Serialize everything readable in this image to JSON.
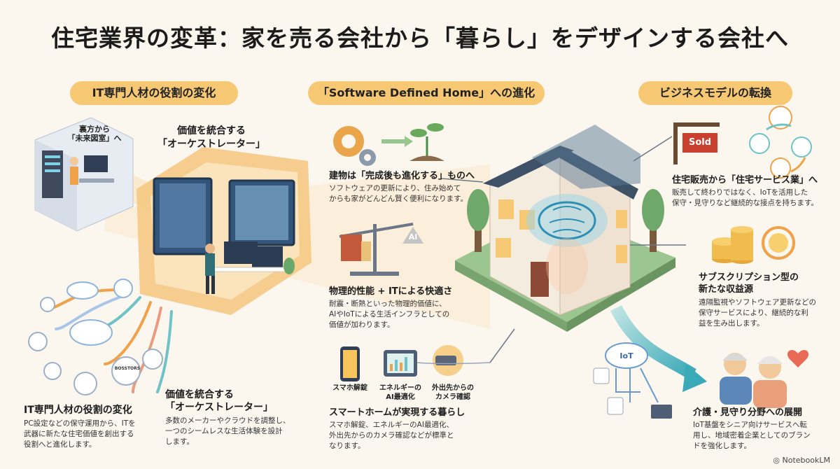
{
  "title": "住宅業界の変革：家を売る会社から「暮らし」をデザインする会社へ",
  "sections": {
    "it_role": "IT専門人材の役割の変化",
    "sdh": "「Software Defined Home」への進化",
    "business": "ビジネスモデルの転換"
  },
  "left": {
    "backroom_line1": "裏方から",
    "backroom_line2": "「未来図室」へ",
    "orchestrator_top_line1": "価値を統合する",
    "orchestrator_top_line2": "「オーケストレーター」",
    "device_label": "BOSSTORS",
    "block1_title": "IT専門人材の役割の変化",
    "block1_text": [
      "PC設定などの保守運用から、ITを",
      "武器に新たな住宅価値を創出する",
      "役割へと進化します。"
    ],
    "block2_title_line1": "価値を統合する",
    "block2_title_line2": "「オーケストレーター」",
    "block2_text": [
      "多数のメーカーやクラウドを調整し、",
      "一つのシームレスな生活体験を設計",
      "します。"
    ]
  },
  "center": {
    "block1_title": "建物は「完成後も進化する」ものへ",
    "block1_text": [
      "ソフトウェアの更新により、住み始めて",
      "からも家がどんどん賢く便利になります。"
    ],
    "ai_label": "AI",
    "block2_title": "物理的性能 + ITによる快適さ",
    "block2_text": [
      "耐震・断熱といった物理的価値に、",
      "AIやIoTによる生活インフラとしての",
      "価値が加わります。"
    ],
    "icon_label_1": "スマホ解錠",
    "icon_label_2_line1": "エネルギーの",
    "icon_label_2_line2": "AI最適化",
    "icon_label_3_line1": "外出先からの",
    "icon_label_3_line2": "カメラ確認",
    "block3_title": "スマートホームが実現する暮らし",
    "block3_text": [
      "スマホ解錠、エネルギーのAI最適化、",
      "外出先からのカメラ確認などが標準と",
      "なります。"
    ]
  },
  "right": {
    "sold_sign": "Sold",
    "block1_title": "住宅販売から「住宅サービス業」へ",
    "block1_text": [
      "販売して終わりではなく、IoTを活用した",
      "保守・見守りなど継続的な接点を持ちます。"
    ],
    "block2_title_line1": "サブスクリプション型の",
    "block2_title_line2": "新たな収益源",
    "block2_text": [
      "遠隔監視やソフトウェア更新などの",
      "保守サービスにより、継続的な利",
      "益を生み出します。"
    ],
    "iot_label": "IoT",
    "block3_title": "介護・見守り分野への展開",
    "block3_text": [
      "IoT基盤をシニア向けサービスへ転",
      "用し、地域密着企業としてのブラン",
      "ドを強化します。"
    ]
  },
  "footer": "NotebookLM",
  "colors": {
    "background": "#fbf6ee",
    "pill": "#f6c874",
    "teal": "#6fc3c7",
    "orange": "#f0a24a"
  }
}
